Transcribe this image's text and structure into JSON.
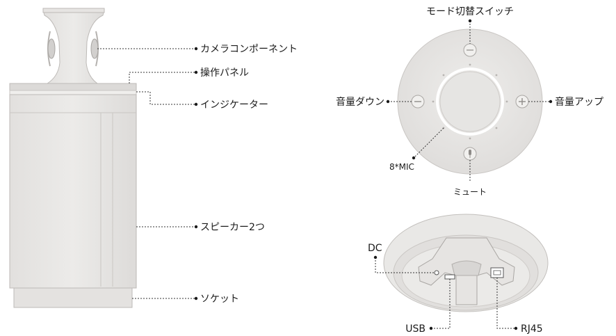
{
  "device_labels": {
    "camera": "カメラコンポーネント",
    "control_panel": "操作パネル",
    "indicator": "インジケーター",
    "speakers": "スピーカー2つ",
    "socket": "ソケット"
  },
  "panel_labels": {
    "mode_switch": "モード切替スイッチ",
    "volume_down": "音量ダウン",
    "volume_up": "音量アップ",
    "mics": "8*MIC",
    "mute": "ミュート"
  },
  "base_labels": {
    "dc": "DC",
    "usb": "USB",
    "rj45": "RJ45"
  },
  "colors": {
    "body": "#e8e6e4",
    "body_shade": "#dcdad8",
    "panel": "#e3e1df",
    "leader": "#333333"
  }
}
